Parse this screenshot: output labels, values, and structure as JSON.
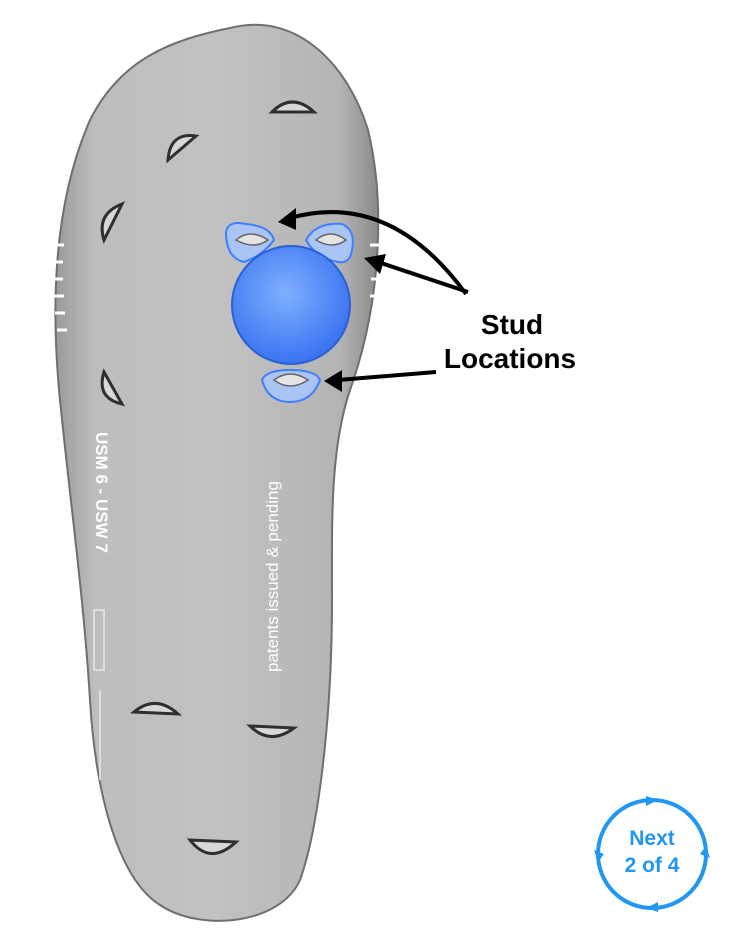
{
  "insole": {
    "size_marking": "USM 6 - USW 7",
    "patent_text": "patents issued & pending"
  },
  "callout": {
    "line1": "Stud",
    "line2": "Locations"
  },
  "nav": {
    "label": "Next",
    "page": "2 of 4"
  },
  "colors": {
    "insole": "#b8b8b8",
    "highlight": "#3f7fff",
    "nav_accent": "#2196f3"
  }
}
